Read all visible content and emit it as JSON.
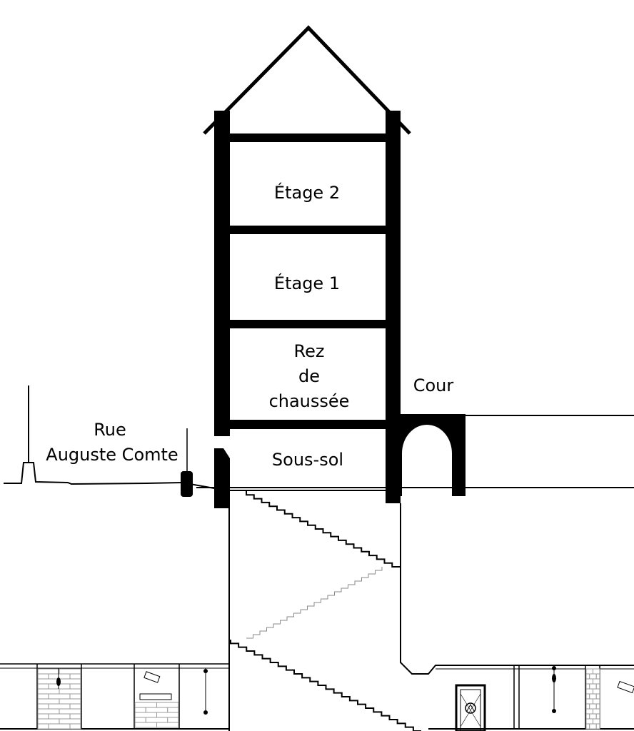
{
  "labels": {
    "etage2": "Étage 2",
    "etage1": "Étage 1",
    "rdc_line1": "Rez",
    "rdc_line2": "de",
    "rdc_line3": "chaussée",
    "soussol": "Sous-sol",
    "cour": "Cour",
    "rue_line1": "Rue",
    "rue_line2": "Auguste Comte"
  },
  "colors": {
    "ink": "#000000",
    "paper": "#ffffff",
    "brick": "#9a9a9a"
  }
}
